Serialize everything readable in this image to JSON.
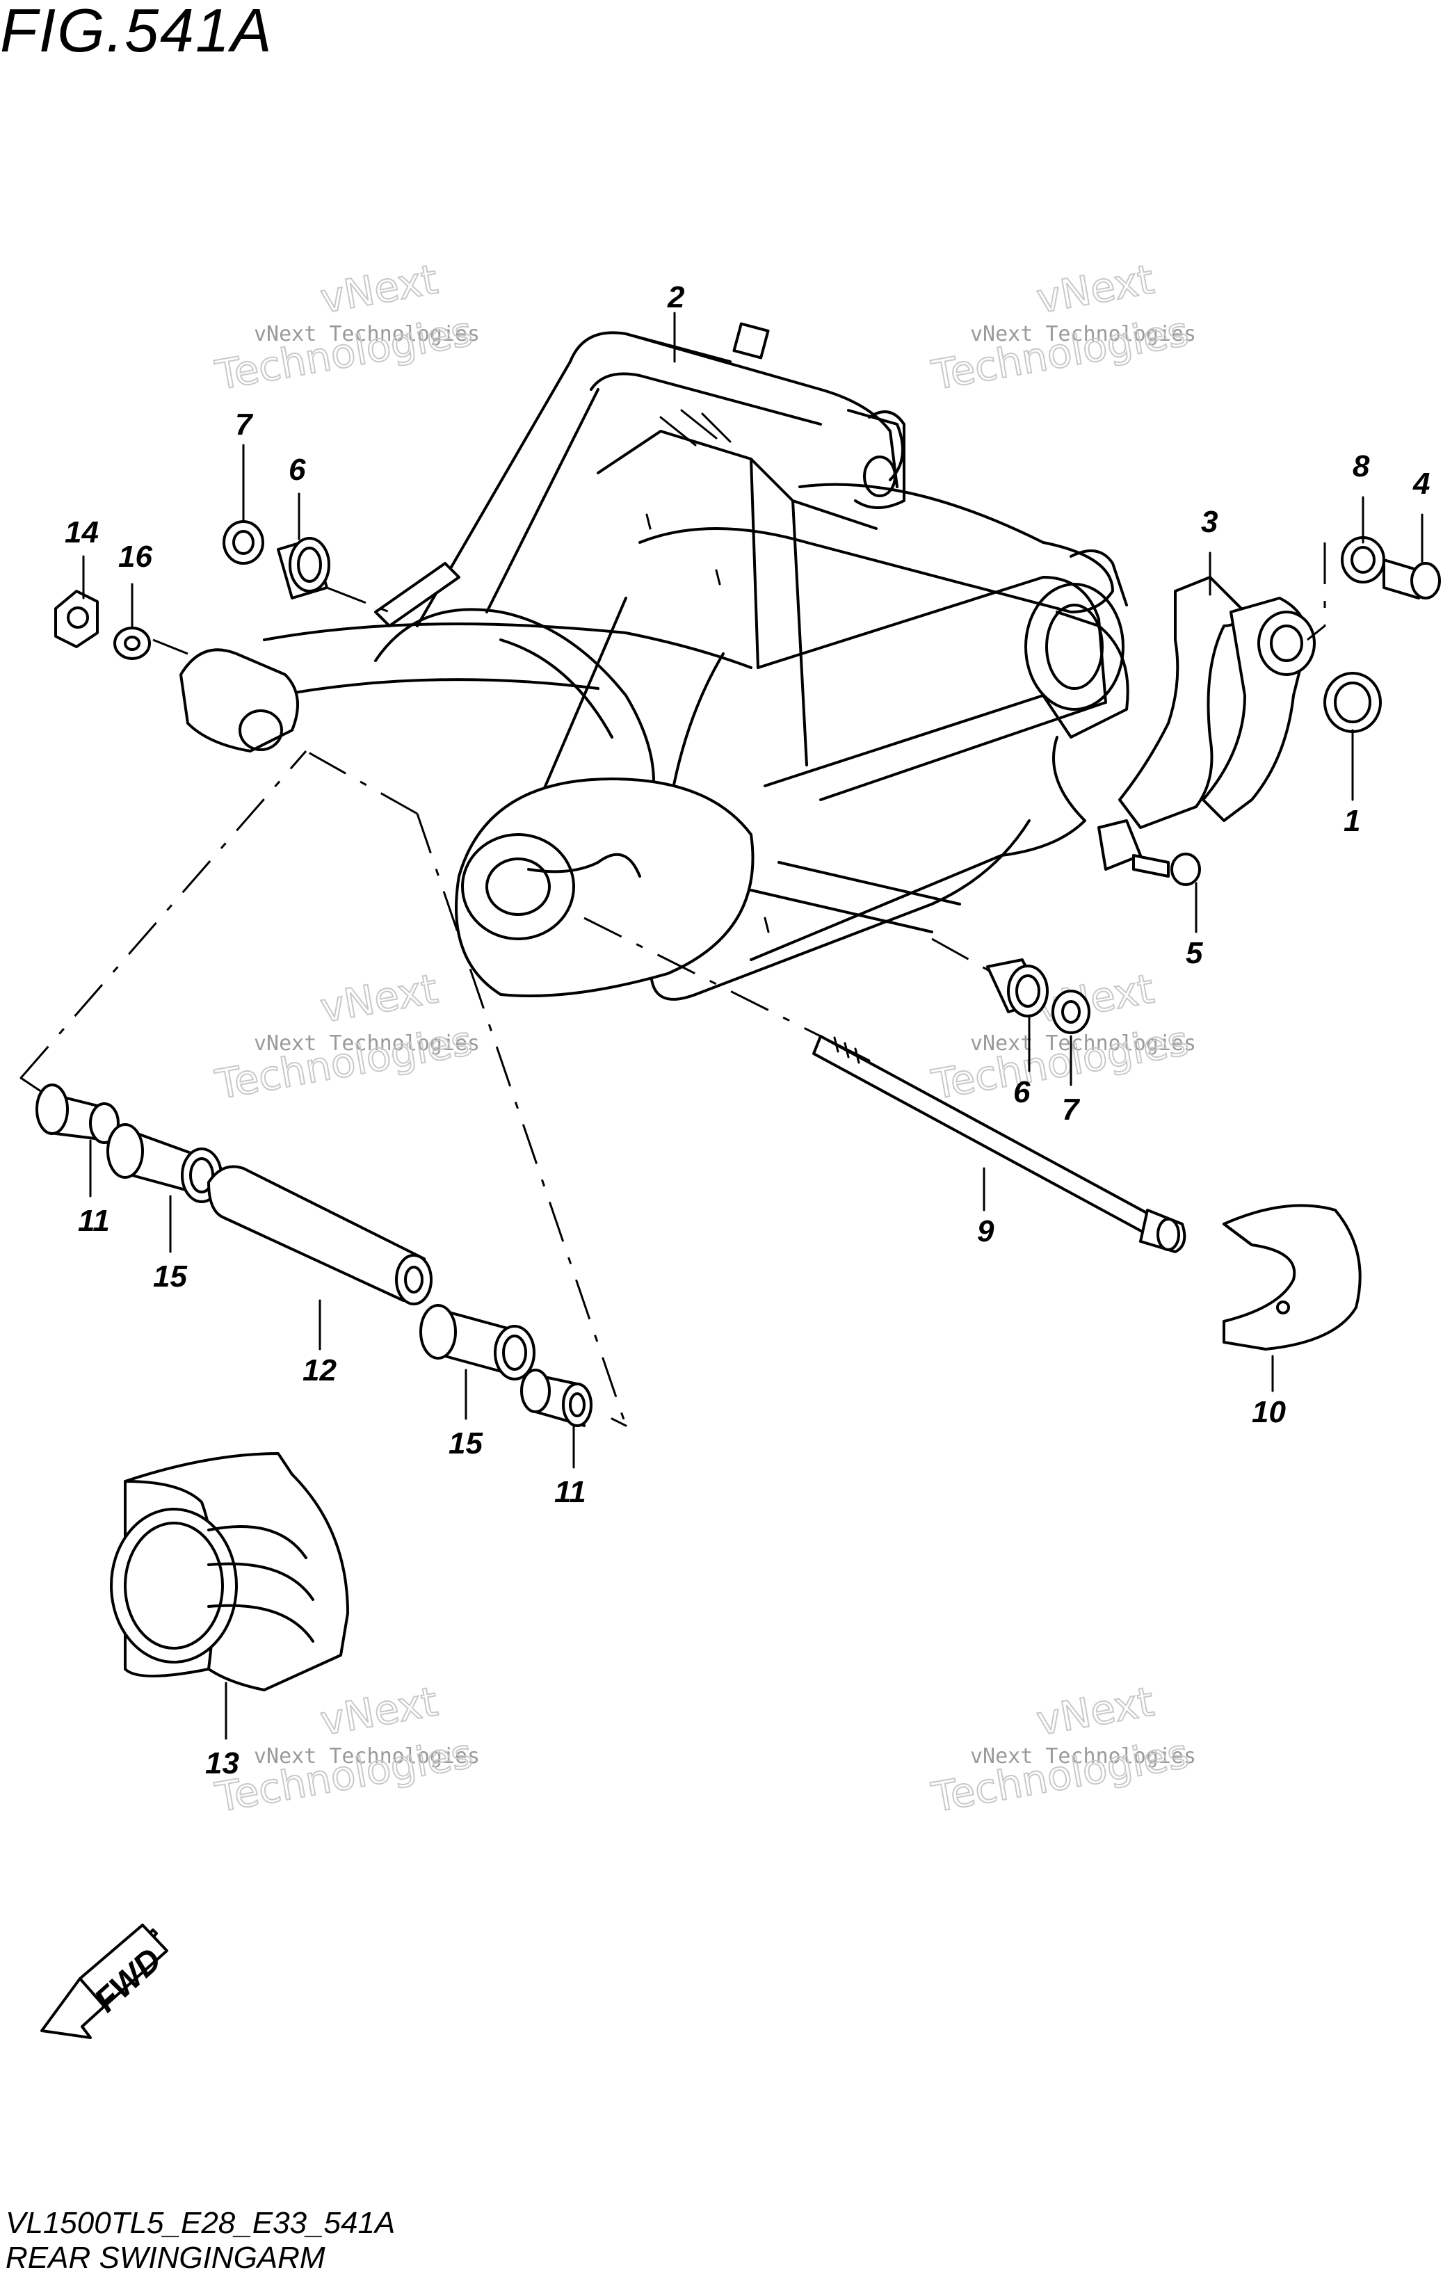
{
  "figure": {
    "title": "FIG.541A",
    "model_code": "VL1500TL5_E28_E33_541A",
    "subtitle": "REAR SWINGINGARM",
    "fwd_label": "FWD"
  },
  "watermark": {
    "line1": "vNext Technologies",
    "big_top": "vNext",
    "big_bottom": "Technologies"
  },
  "callouts": [
    {
      "id": "c1",
      "number": "1"
    },
    {
      "id": "c2",
      "number": "2"
    },
    {
      "id": "c3",
      "number": "3"
    },
    {
      "id": "c4",
      "number": "4"
    },
    {
      "id": "c5",
      "number": "5"
    },
    {
      "id": "c6a",
      "number": "6"
    },
    {
      "id": "c6b",
      "number": "6"
    },
    {
      "id": "c7a",
      "number": "7"
    },
    {
      "id": "c7b",
      "number": "7"
    },
    {
      "id": "c8",
      "number": "8"
    },
    {
      "id": "c9",
      "number": "9"
    },
    {
      "id": "c10",
      "number": "10"
    },
    {
      "id": "c11a",
      "number": "11"
    },
    {
      "id": "c11b",
      "number": "11"
    },
    {
      "id": "c12",
      "number": "12"
    },
    {
      "id": "c13",
      "number": "13"
    },
    {
      "id": "c14",
      "number": "14"
    },
    {
      "id": "c15a",
      "number": "15"
    },
    {
      "id": "c15b",
      "number": "15"
    },
    {
      "id": "c16",
      "number": "16"
    }
  ]
}
